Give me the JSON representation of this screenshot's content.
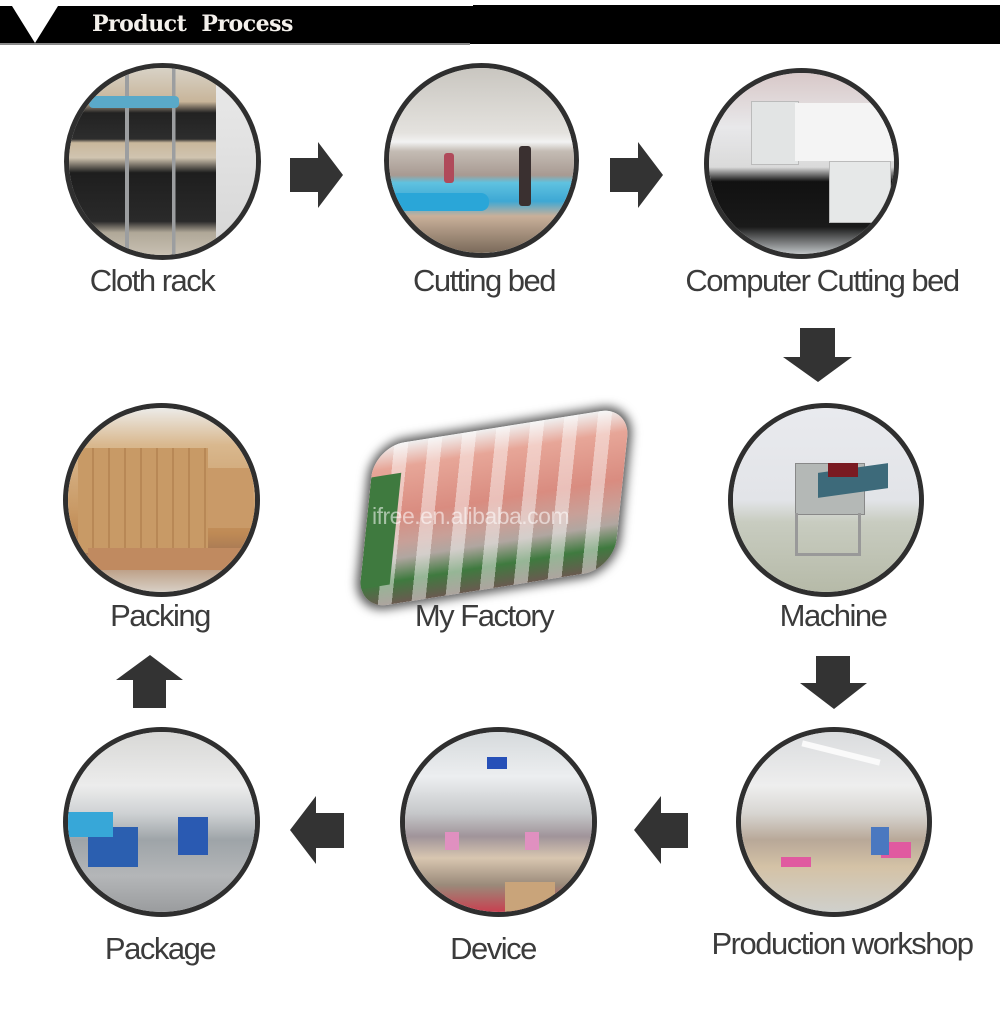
{
  "header": {
    "title": "Product   Process",
    "background": "#000000",
    "text_color": "#f4f1ec"
  },
  "colors": {
    "arrow": "#333333",
    "circle_border": "#2f2f2f",
    "label": "#3b3b3b"
  },
  "steps": [
    {
      "id": "cloth-rack",
      "label": "Cloth rack"
    },
    {
      "id": "cutting-bed",
      "label": "Cutting bed"
    },
    {
      "id": "computer-cutting-bed",
      "label": "Computer Cutting bed"
    },
    {
      "id": "machine",
      "label": "Machine"
    },
    {
      "id": "production-workshop",
      "label": "Production workshop"
    },
    {
      "id": "device",
      "label": "Device"
    },
    {
      "id": "package",
      "label": "Package"
    },
    {
      "id": "packing",
      "label": "Packing"
    }
  ],
  "center": {
    "label": "My Factory",
    "watermark": "ifree.en.alibaba.com"
  },
  "arrows": [
    {
      "from": "Cloth rack",
      "to": "Cutting bed",
      "direction": "right"
    },
    {
      "from": "Cutting bed",
      "to": "Computer Cutting bed",
      "direction": "right"
    },
    {
      "from": "Computer Cutting bed",
      "to": "Machine",
      "direction": "down"
    },
    {
      "from": "Machine",
      "to": "Production workshop",
      "direction": "down"
    },
    {
      "from": "Production workshop",
      "to": "Device",
      "direction": "left"
    },
    {
      "from": "Device",
      "to": "Package",
      "direction": "left"
    },
    {
      "from": "Package",
      "to": "Packing",
      "direction": "up"
    }
  ]
}
